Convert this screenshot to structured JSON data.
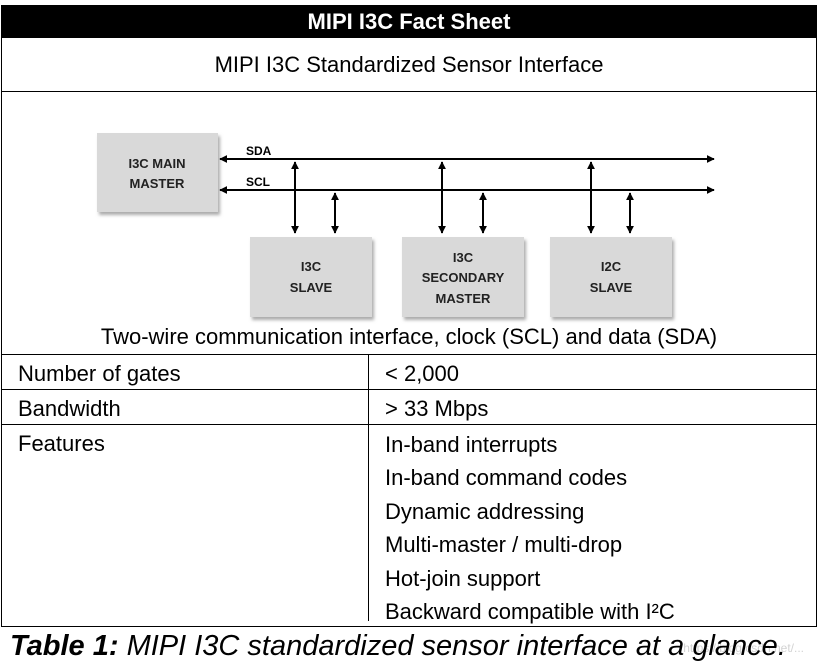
{
  "header": {
    "title": "MIPI I3C Fact Sheet"
  },
  "subtitle": "MIPI I3C Standardized Sensor Interface",
  "diagram": {
    "bus_labels": {
      "sda": "SDA",
      "scl": "SCL"
    },
    "main_master": {
      "line1": "I3C MAIN",
      "line2": "MASTER"
    },
    "nodes": [
      {
        "line1": "I3C",
        "line2": "SLAVE",
        "line3": ""
      },
      {
        "line1": "I3C",
        "line2": "SECONDARY",
        "line3": "MASTER"
      },
      {
        "line1": "I2C",
        "line2": "SLAVE",
        "line3": ""
      }
    ],
    "caption": "Two-wire communication interface, clock (SCL) and data (SDA)"
  },
  "specs": {
    "gates": {
      "label": "Number of gates",
      "value": "< 2,000"
    },
    "bandwidth": {
      "label": "Bandwidth",
      "value": "> 33 Mbps"
    },
    "features": {
      "label": "Features",
      "items": [
        "In-band interrupts",
        "In-band command codes",
        "Dynamic addressing",
        "Multi-master / multi-drop",
        "Hot-join support",
        "Backward compatible with I²C"
      ]
    }
  },
  "caption": {
    "prefix": "Table 1:",
    "text": " MIPI I3C standardized sensor interface at a glance."
  },
  "watermark": "https://blog.csdn.net/...",
  "colors": {
    "node_fill": "#d9d9d9",
    "title_bg": "#000000"
  }
}
